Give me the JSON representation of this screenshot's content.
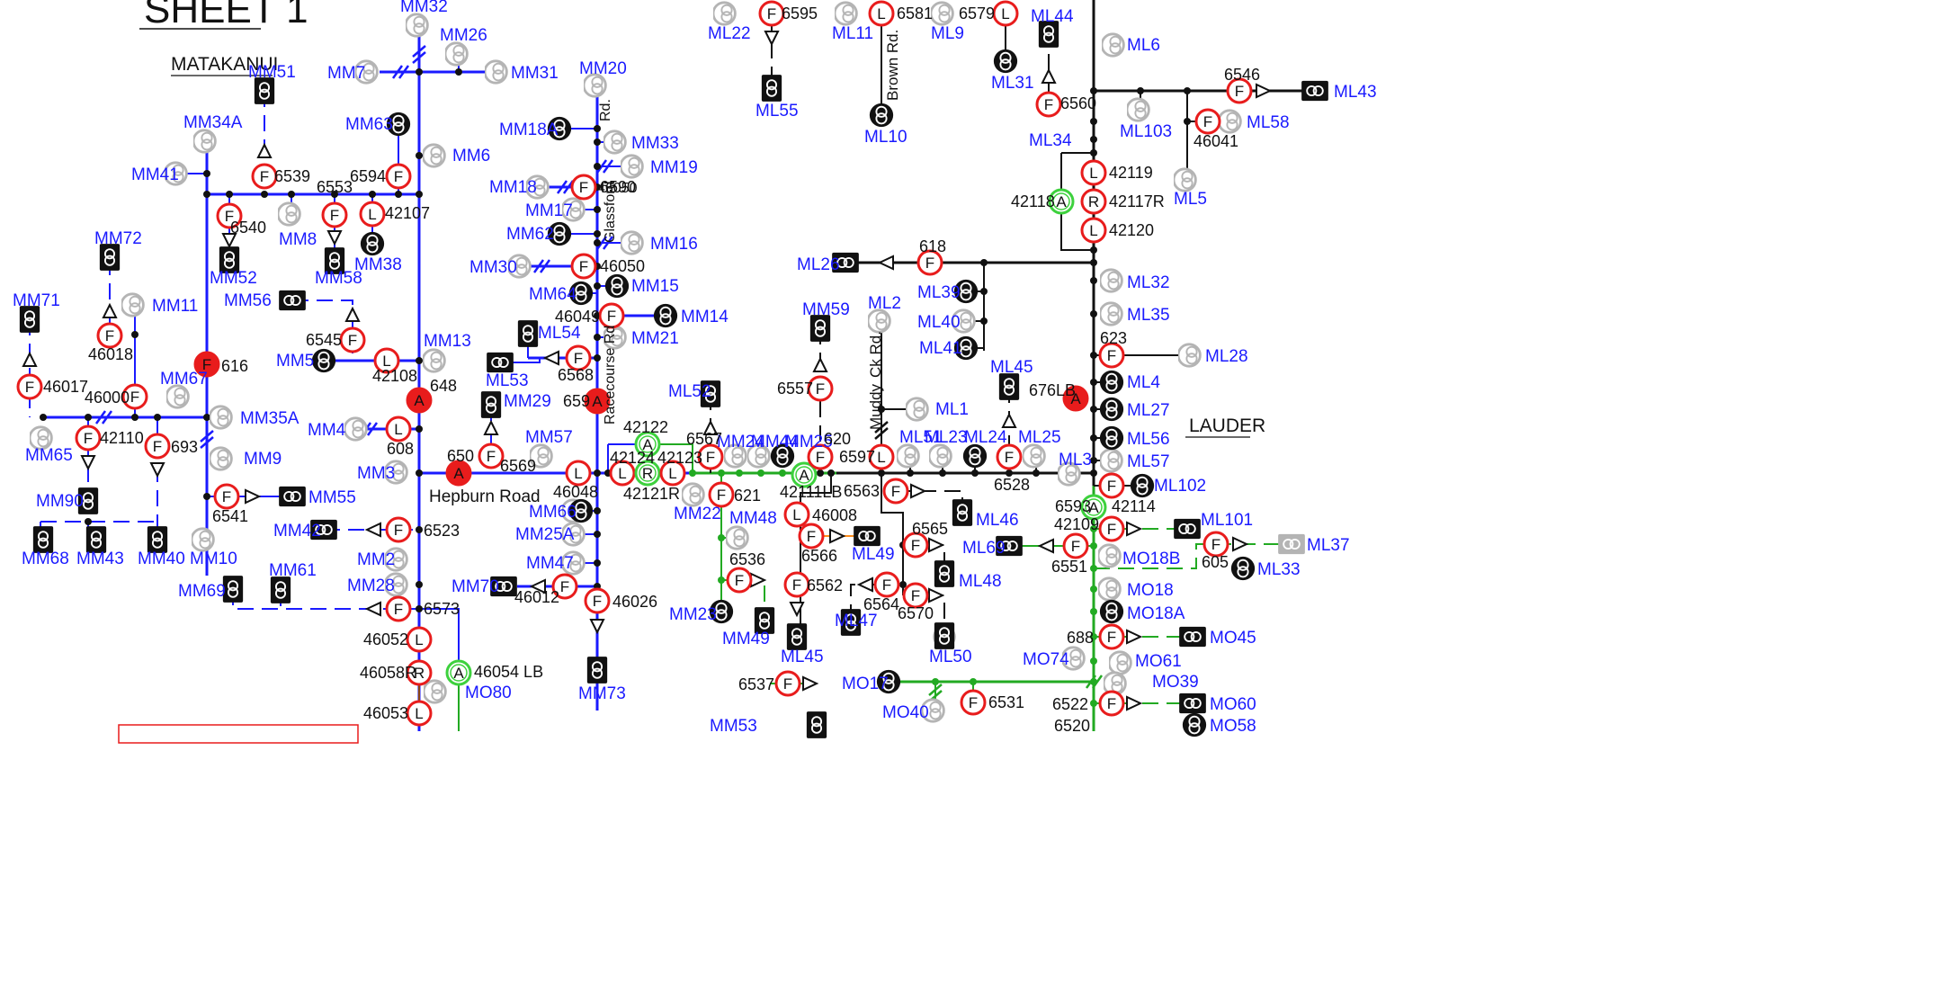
{
  "colors": {
    "blue": "#1a1aff",
    "green": "#22aa22",
    "black": "#111111",
    "red": "#e81c1c",
    "grey": "#b4b4b4",
    "orange": "#ff8c1a",
    "brown": "#8b4513",
    "greenRing": "#3dd13d"
  },
  "header": {
    "sheet_title": "SHEET 1",
    "district_matakanui": "MATAKANUI",
    "district_lauder": "LAUDER"
  },
  "roads": {
    "hepburn": "Hepburn Road",
    "racecourse": "Racecourse Rd",
    "glassford": "Glassford",
    "rd": "Rd.",
    "brown": "Brown Rd.",
    "muddy": "Muddy",
    "ckrd": "Ck Rd."
  },
  "legend": {
    "F": "F",
    "L": "L",
    "A": "A",
    "R": "R"
  },
  "labels": {
    "MM32": "MM32",
    "MM26": "MM26",
    "MM7": "MM7",
    "MM31": "MM31",
    "MM51": "MM51",
    "MM34A": "MM34A",
    "MM41": "MM41",
    "MM63": "MM63",
    "MM6": "MM6",
    "MM8": "MM8",
    "MM52": "MM52",
    "MM58": "MM58",
    "MM38": "MM38",
    "MM72": "MM72",
    "MM11": "MM11",
    "MM71": "MM71",
    "MM56": "MM56",
    "MM5": "MM5",
    "MM13": "MM13",
    "MM67": "MM67",
    "MM35A": "MM35A",
    "MM65": "MM65",
    "MM9": "MM9",
    "MM4": "MM4",
    "MM3": "MM3",
    "MM90": "MM90",
    "MM55": "MM55",
    "MM68": "MM68",
    "MM43": "MM43",
    "MM40": "MM40",
    "MM10": "MM10",
    "MM42": "MM42",
    "MM2": "MM2",
    "MM28": "MM28",
    "MM69": "MM69",
    "MM61": "MM61",
    "MM20": "MM20",
    "MM18A": "MM18A",
    "MM33": "MM33",
    "MM19": "MM19",
    "MM18": "MM18",
    "MM17": "MM17",
    "MM62": "MM62",
    "MM16": "MM16",
    "MM30": "MM30",
    "MM64": "MM64",
    "MM15": "MM15",
    "MM14": "MM14",
    "MM21": "MM21",
    "ML54": "ML54",
    "ML53": "ML53",
    "MM29": "MM29",
    "MM57": "MM57",
    "MM66": "MM66",
    "MM25A": "MM25A",
    "MM47": "MM47",
    "MM70": "MM70",
    "MM73": "MM73",
    "MO80": "MO80",
    "MM22": "MM22",
    "MM24": "MM24",
    "MM44": "MM44",
    "MM25": "MM25",
    "MM48": "MM48",
    "MM23": "MM23",
    "MM49": "MM49",
    "MM53": "MM53",
    "MM59": "MM59",
    "ML52": "ML52",
    "ML22": "ML22",
    "ML55": "ML55",
    "ML11": "ML11",
    "ML9": "ML9",
    "ML10": "ML10",
    "ML31": "ML31",
    "ML44": "ML44",
    "ML6": "ML6",
    "ML34": "ML34",
    "ML103": "ML103",
    "ML43": "ML43",
    "ML58": "ML58",
    "ML5": "ML5",
    "ML26": "ML26",
    "ML2": "ML2",
    "ML39": "ML39",
    "ML40": "ML40",
    "ML41": "ML41",
    "ML32": "ML32",
    "ML35": "ML35",
    "ML28": "ML28",
    "ML4": "ML4",
    "ML27": "ML27",
    "ML56": "ML56",
    "ML57": "ML57",
    "ML102": "ML102",
    "ML1": "ML1",
    "ML51": "ML51",
    "ML23": "ML23",
    "ML24": "ML24",
    "ML25": "ML25",
    "ML45": "ML45",
    "ML3": "ML3",
    "ML46": "ML46",
    "ML49": "ML49",
    "ML48": "ML48",
    "ML69": "ML69",
    "ML47": "ML47",
    "ML50": "ML50",
    "ML101": "ML101",
    "ML37": "ML37",
    "ML33": "ML33",
    "MO18B": "MO18B",
    "MO18": "MO18",
    "MO18A": "MO18A",
    "MO45": "MO45",
    "MO74": "MO74",
    "MO61": "MO61",
    "MO39": "MO39",
    "MO17": "MO17",
    "MO40": "MO40",
    "MO60": "MO60",
    "MO58": "MO58"
  },
  "numbers": {
    "6539": "6539",
    "6553": "6553",
    "6594": "6594",
    "42107": "42107",
    "6540": "6540",
    "46018": "46018",
    "6545": "6545",
    "42108": "42108",
    "616": "616",
    "648": "648",
    "46017": "46017",
    "46000": "46000",
    "42110": "42110",
    "693": "693",
    "608": "608",
    "650": "650",
    "6569": "6569",
    "6541": "6541",
    "6523": "6523",
    "6573": "6573",
    "46052": "46052",
    "46058R": "46058R",
    "46054LB": "46054 LB",
    "46053": "46053",
    "6590": "6590",
    "46050": "46050",
    "46049": "46049",
    "6568": "6568",
    "659": "659",
    "46048": "46048",
    "46012": "46012",
    "46026": "46026",
    "42122": "42122",
    "42124": "42124",
    "42123": "42123",
    "42121R": "42121R",
    "6567": "6567",
    "621": "621",
    "6536": "6536",
    "6537": "6537",
    "6557": "6557",
    "620": "620",
    "42111LB": "42111LB",
    "6597": "6597",
    "6563": "6563",
    "46008": "46008",
    "6566": "6566",
    "6562": "6562",
    "6565": "6565",
    "6564": "6564",
    "6570": "6570",
    "6528": "6528",
    "676LB": "676LB",
    "618": "618",
    "6595": "6595",
    "6581": "6581",
    "6579": "6579",
    "6560": "6560",
    "6546": "6546",
    "46041": "46041",
    "42119": "42119",
    "42118": "42118",
    "42117R": "42117R",
    "42120": "42120",
    "623": "623",
    "6593": "6593",
    "42114": "42114",
    "42109": "42109",
    "6551": "6551",
    "605": "605",
    "688": "688",
    "6531": "6531",
    "6522": "6522",
    "6520": "6520"
  }
}
